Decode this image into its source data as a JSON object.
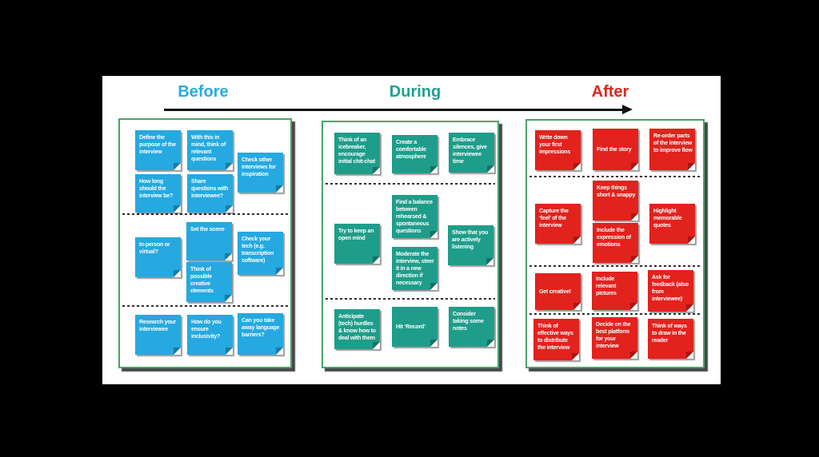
{
  "headers": {
    "before": "Before",
    "during": "During",
    "after": "After"
  },
  "colors": {
    "page_bg": "#000000",
    "canvas_bg": "#FFFFFF",
    "before_header": "#29ABE2",
    "during_header": "#1FA093",
    "after_header": "#E0261B",
    "before_note": "#25A9E0",
    "during_note": "#1F9D8B",
    "after_note": "#E2221D",
    "panel_border": "#48A468",
    "arrow": "#111111",
    "note_text": "#FFFFFF"
  },
  "panels": {
    "before": {
      "notes": [
        "Define the purpose of the interview",
        "With this in mind, think of relevant questions",
        "Check other interviews for inspiration",
        "How long should the interview be?",
        "Share questions with interviewee?",
        "Set the scene",
        "In-person or virtual?",
        "Check your tech (e.g. transcription software)",
        "Think of possible creative elements",
        "Research your interviewee",
        "How do you ensure inclusivity?",
        "Can you take away language barriers?"
      ]
    },
    "during": {
      "notes": [
        "Think of an icebreaker, encourage initial chit-chat",
        "Create a comfortable atmosphere",
        "Embrace silences, give interviewee time",
        "Find a balance between rehearsed & spontaneous questions",
        "Try to keep an open mind",
        "Moderate the interview, steer it in a new direction if necessary",
        "Show that you are actively listening",
        "Anticipate (tech) hurdles & know how to deal with them",
        "Hit ‘Record’",
        "Consider taking some notes"
      ]
    },
    "after": {
      "notes": [
        "Write down your first impressions",
        "Find the story",
        "Re-order parts of the interview to improve flow",
        "Keep things short & snappy",
        "Capture the ‘feel’ of the interview",
        "Include the expression of emotions",
        "Highlight memorable quotes",
        "Get creative!",
        "Include relevant pictures",
        "Ask for feedback (also from interviewee)",
        "Think of effective ways to distribute the interview",
        "Decide on the best platform for your interview",
        "Think of ways to draw in the reader"
      ]
    }
  }
}
